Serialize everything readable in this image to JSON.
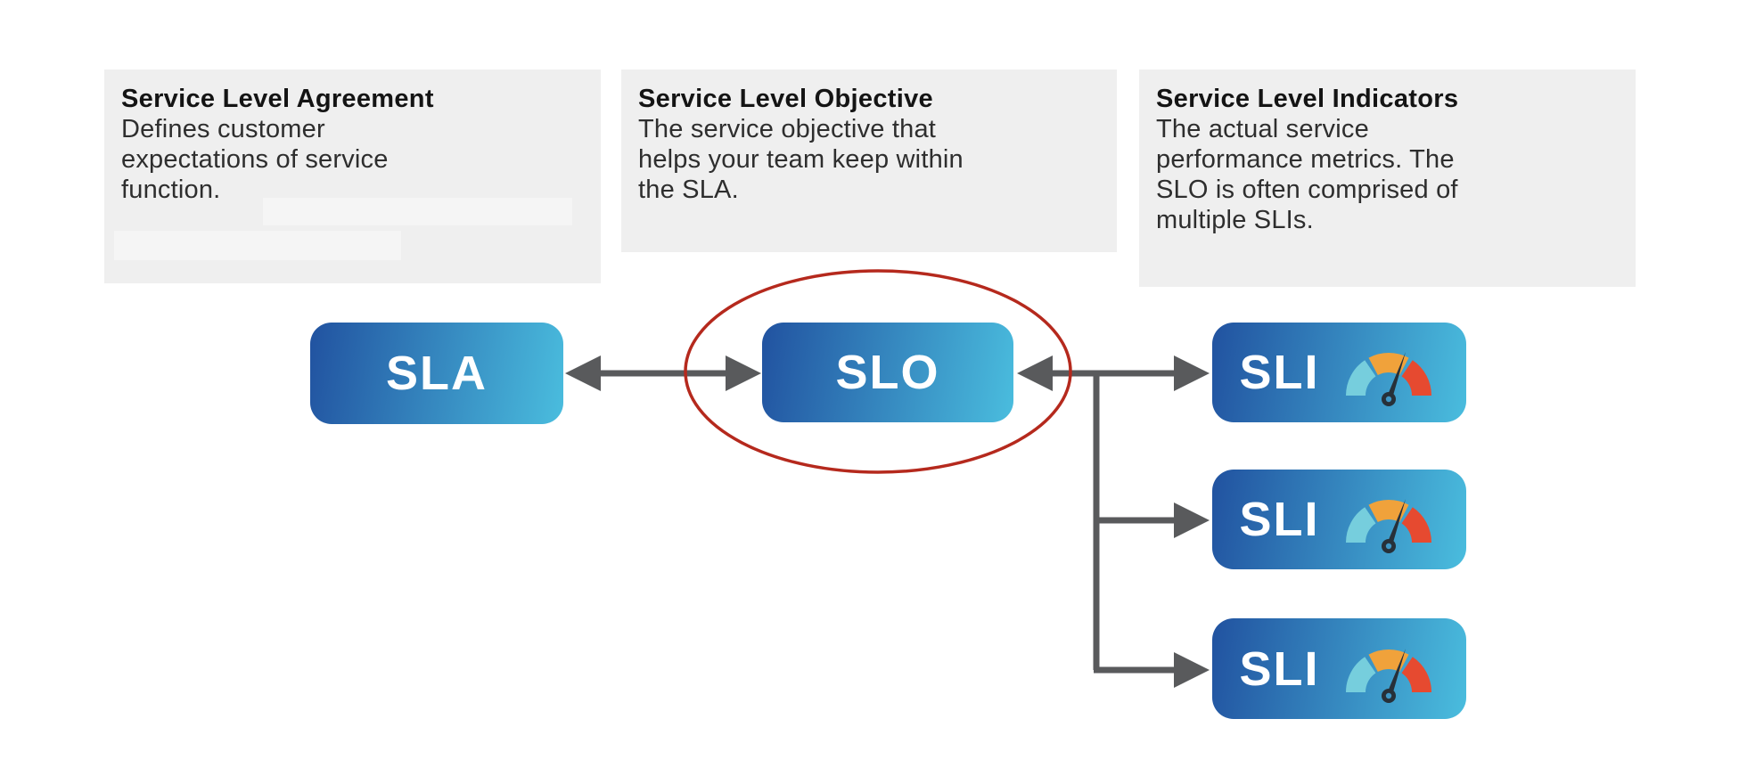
{
  "cards": [
    {
      "title": "Service Level Agreement",
      "body": "Defines customer\nexpectations of service\nfunction."
    },
    {
      "title": "Service Level Objective",
      "body": "The service objective that\nhelps your team keep within\nthe SLA."
    },
    {
      "title": "Service Level Indicators",
      "body": "The actual service\nperformance metrics. The\nSLO is often comprised of\nmultiple SLIs."
    }
  ],
  "nodes": {
    "sla_label": "SLA",
    "slo_label": "SLO",
    "sli_label": "SLI"
  },
  "icons": {
    "gauge": "gauge-icon"
  },
  "colors": {
    "card_bg": "#efefef",
    "card_redact": "#f5f5f5",
    "title_color": "#141414",
    "body_color": "#2e2e2e",
    "node_grad_start": "#2152a0",
    "node_grad_end": "#4abdde",
    "node_text": "#ffffff",
    "arrow": "#595a5c",
    "ellipse": "#b5291d",
    "gauge_cyan": "#76cedd",
    "gauge_orange": "#f0a23b",
    "gauge_red": "#e64a30",
    "gauge_needle": "#273039",
    "gauge_hub_hole": "#3e96c6"
  }
}
